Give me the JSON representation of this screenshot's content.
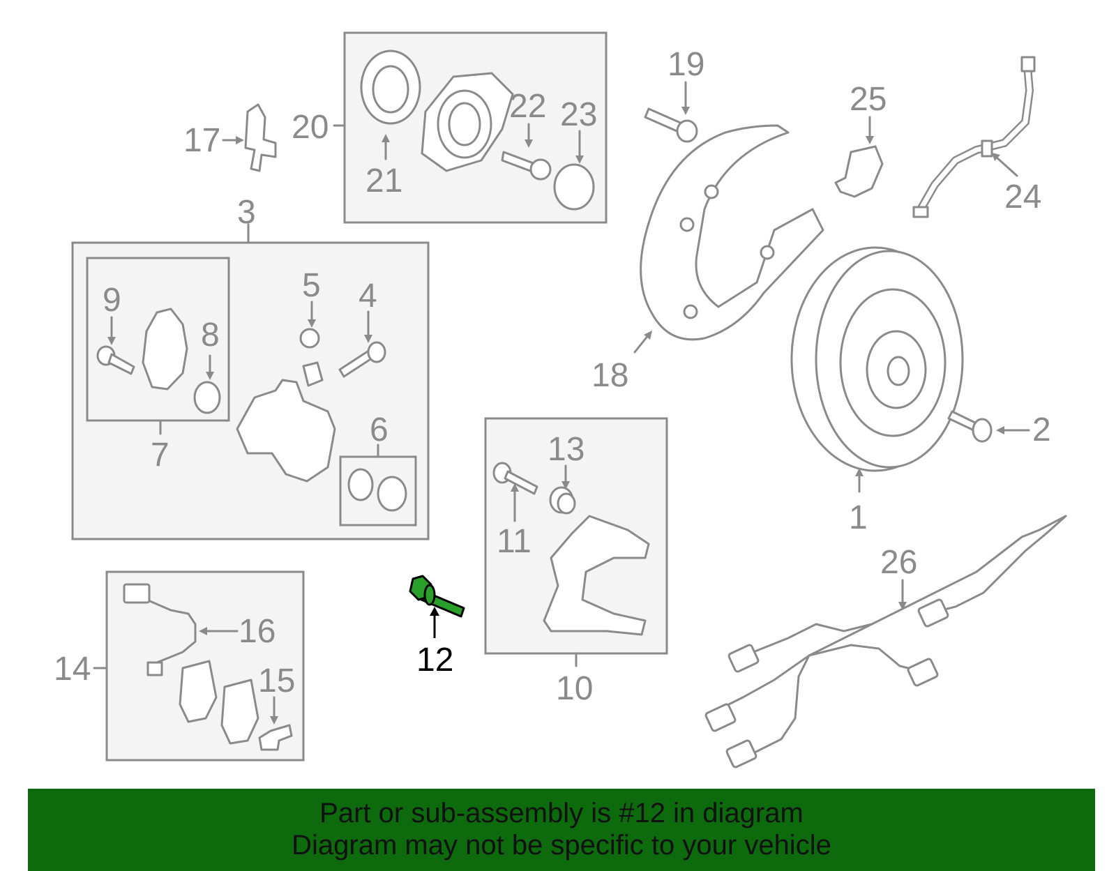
{
  "callouts": {
    "n1": "1",
    "n2": "2",
    "n3": "3",
    "n4": "4",
    "n5": "5",
    "n6": "6",
    "n7": "7",
    "n8": "8",
    "n9": "9",
    "n10": "10",
    "n11": "11",
    "n12": "12",
    "n13": "13",
    "n14": "14",
    "n15": "15",
    "n16": "16",
    "n17": "17",
    "n18": "18",
    "n19": "19",
    "n20": "20",
    "n21": "21",
    "n22": "22",
    "n23": "23",
    "n24": "24",
    "n25": "25",
    "n26": "26"
  },
  "highlight": {
    "part_number": "12",
    "color": "#0d6a0d"
  },
  "banner": {
    "line1": "Part or sub-assembly is #12 in diagram",
    "line2": "Diagram may not be specific to your vehicle",
    "background": "#0d6a0d"
  }
}
